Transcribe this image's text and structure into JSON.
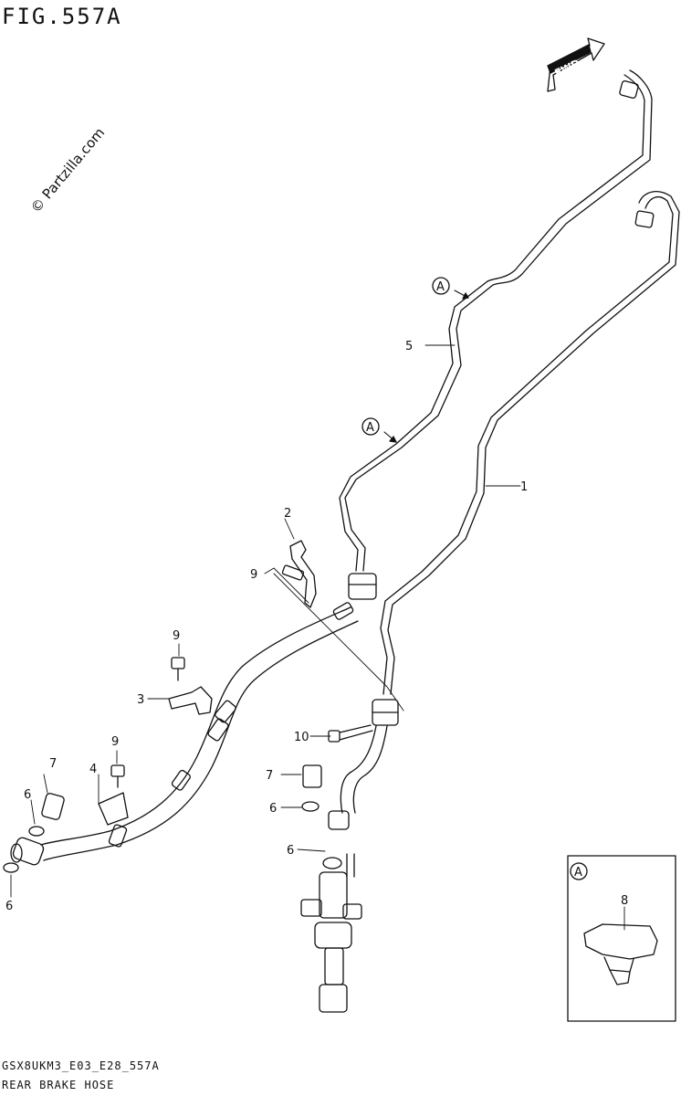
{
  "figure": {
    "title": "FIG.557A",
    "watermark": "© Partzilla.com",
    "code": "GSX8UKM3_E03_E28_557A",
    "name": "REAR BRAKE HOSE",
    "fwd": "FWD"
  },
  "callouts": [
    {
      "id": "c1",
      "text": "1"
    },
    {
      "id": "c2",
      "text": "2"
    },
    {
      "id": "c3",
      "text": "3"
    },
    {
      "id": "c4",
      "text": "4"
    },
    {
      "id": "c5",
      "text": "5"
    },
    {
      "id": "c6a",
      "text": "6"
    },
    {
      "id": "c6b",
      "text": "6"
    },
    {
      "id": "c6c",
      "text": "6"
    },
    {
      "id": "c6d",
      "text": "6"
    },
    {
      "id": "c7a",
      "text": "7"
    },
    {
      "id": "c7b",
      "text": "7"
    },
    {
      "id": "c8",
      "text": "8"
    },
    {
      "id": "c9a",
      "text": "9"
    },
    {
      "id": "c9b",
      "text": "9"
    },
    {
      "id": "c9c",
      "text": "9"
    },
    {
      "id": "c10",
      "text": "10"
    }
  ],
  "markers": {
    "a_letter": "A"
  }
}
